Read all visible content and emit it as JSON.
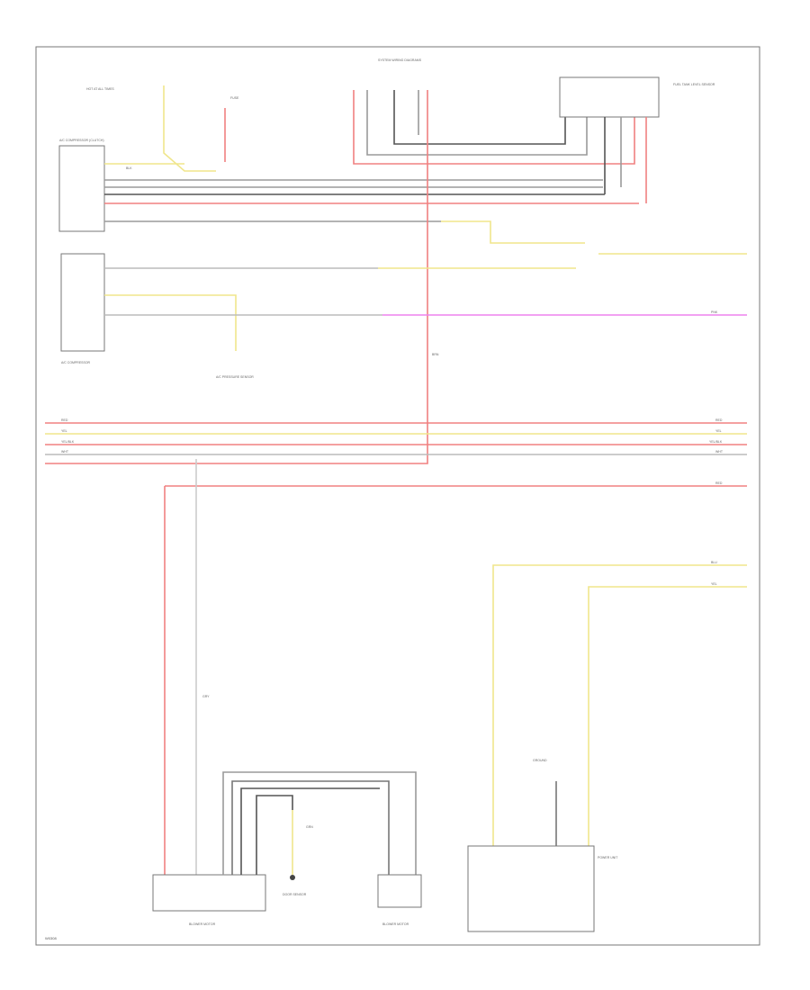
{
  "page": {
    "header_text": "SYSTEM WIRING DIAGRAMS",
    "footer_code": "W0308"
  },
  "colors": {
    "red": "#f08080",
    "yellow": "#f0e68c",
    "gray": "#9a9a9a",
    "dark": "#555555",
    "magenta": "#ee82ee",
    "frame": "#777777"
  },
  "components": {
    "ac_compressor_top": "A/C COMPRESSOR (CLUTCH)",
    "hot_at_all_times": "HOT AT ALL TIMES",
    "fuse_top": "FUSE",
    "right_module": "FUEL TANK LEVEL SENSOR",
    "ac_compressor_bottom": "A/C COMPRESSOR",
    "sensor_center": "A/C PRESSURE SENSOR",
    "blower_motor_left": "BLOWER MOTOR",
    "door_sensor_mid": "DOOR SENSOR",
    "blower_motor_right": "BLOWER MOTOR",
    "power_unit_right": "POWER UNIT",
    "ground_label": "GROUND"
  },
  "wire_labels": {
    "red": "RED",
    "yel": "YEL",
    "blk": "BLK",
    "grn": "GRN",
    "wht": "WHT",
    "yel_blk": "YEL/BLK",
    "blu": "BLU",
    "pnk": "PNK",
    "gry": "GRY",
    "brn": "BRN"
  }
}
